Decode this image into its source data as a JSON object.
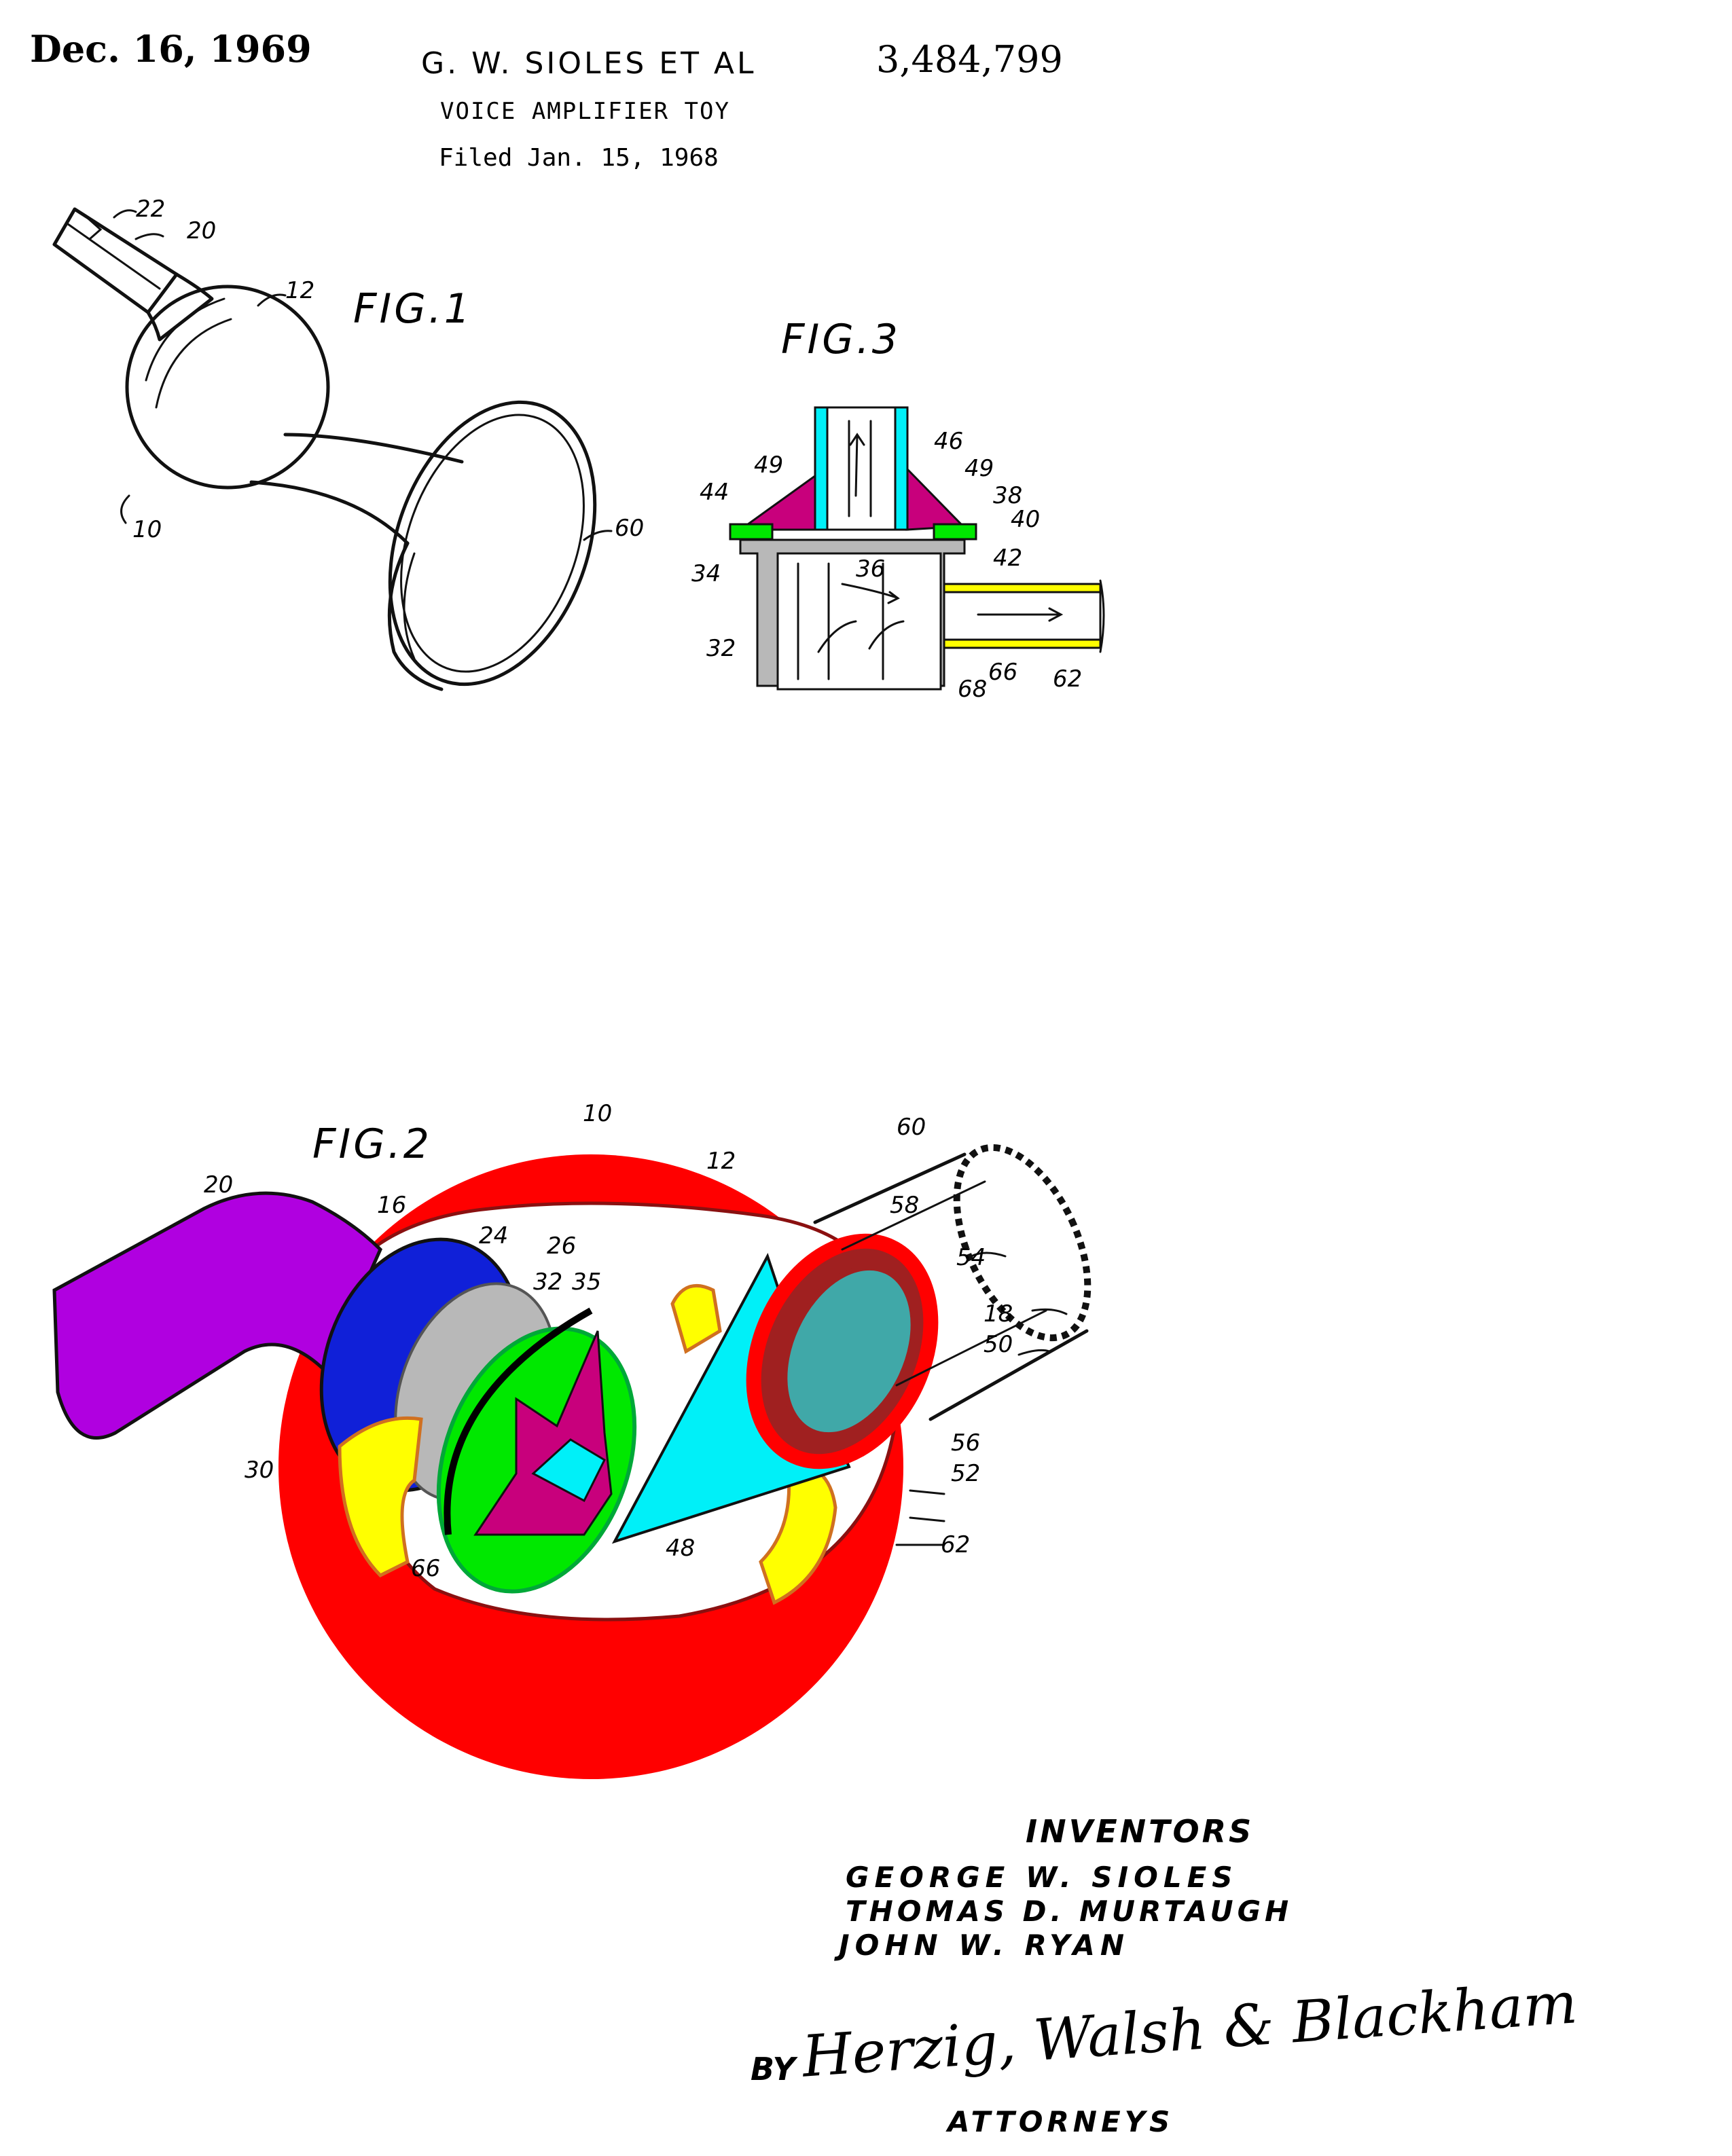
{
  "header": {
    "date": "Dec. 16, 1969",
    "inventor": "G. W. SIOLES ET AL",
    "patent_number": "3,484,799",
    "title": "VOICE AMPLIFIER TOY",
    "filed": "Filed Jan. 15, 1968"
  },
  "figures": {
    "fig1": {
      "label": "FIG.1",
      "refs": {
        "r22": "22",
        "r20": "20",
        "r12": "12",
        "r10": "10",
        "r60": "60"
      }
    },
    "fig2": {
      "label": "FIG.2",
      "refs": {
        "r10": "10",
        "r12": "12",
        "r20": "20",
        "r16": "16",
        "r24": "24",
        "r26": "26",
        "r32": "32",
        "r35": "35",
        "r60": "60",
        "r58": "58",
        "r54": "54",
        "r18": "18",
        "r50": "50",
        "r56": "56",
        "r52": "52",
        "r62": "62",
        "r30": "30",
        "r66": "66",
        "r48": "48"
      }
    },
    "fig3": {
      "label": "FIG.3",
      "refs": {
        "r46": "46",
        "r49a": "49",
        "r49b": "49",
        "r44": "44",
        "r38": "38",
        "r40": "40",
        "r34": "34",
        "r36": "36",
        "r42": "42",
        "r32": "32",
        "r66": "66",
        "r62": "62",
        "r68": "68"
      }
    }
  },
  "inventors": {
    "heading": "INVENTORS",
    "names": [
      "GEORGE W. SIOLES",
      "THOMAS D. MURTAUGH",
      "JOHN W. RYAN"
    ]
  },
  "attorneys": {
    "by": "BY",
    "signature": "Herzig, Walsh & Blackham",
    "label": "ATTORNEYS"
  },
  "colors": {
    "red": "#ff0000",
    "purple": "#b000e0",
    "blue": "#1020d8",
    "gray": "#b8b8b8",
    "yellow": "#ffff00",
    "green": "#00e800",
    "magenta": "#c8007c",
    "cyan": "#00f0f8",
    "darkred": "#a02020",
    "teal": "#40a8a8",
    "dkgray": "#7a7a7a"
  }
}
